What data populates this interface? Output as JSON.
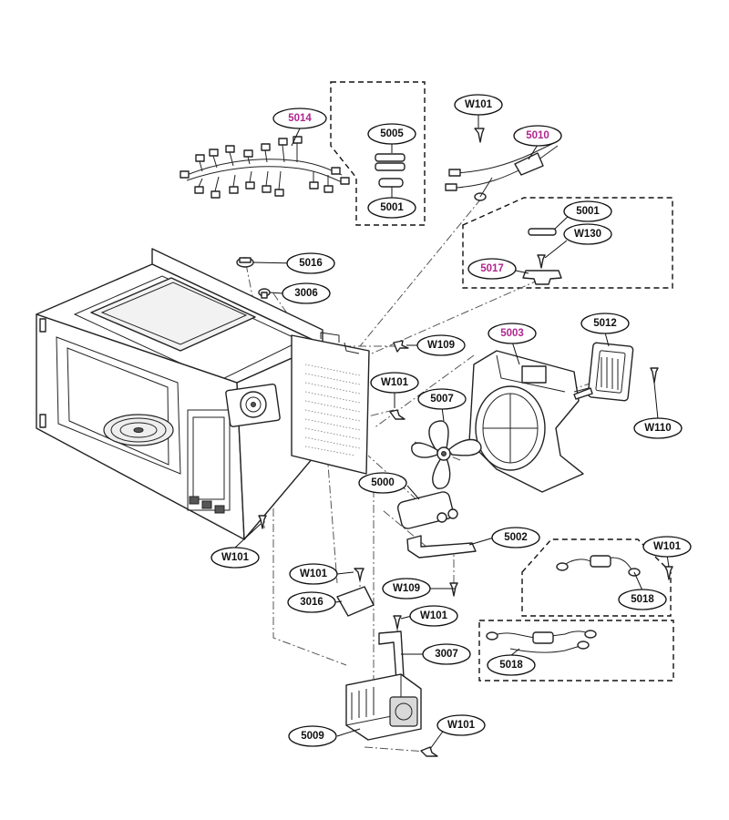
{
  "callouts": [
    {
      "id": "c-5014",
      "label": "5014",
      "highlight": true
    },
    {
      "id": "c-5005",
      "label": "5005",
      "highlight": false
    },
    {
      "id": "c-5001a",
      "label": "5001",
      "highlight": false
    },
    {
      "id": "c-w101a",
      "label": "W101",
      "highlight": false
    },
    {
      "id": "c-5010",
      "label": "5010",
      "highlight": true
    },
    {
      "id": "c-5001b",
      "label": "5001",
      "highlight": false
    },
    {
      "id": "c-w130",
      "label": "W130",
      "highlight": false
    },
    {
      "id": "c-5017",
      "label": "5017",
      "highlight": true
    },
    {
      "id": "c-5016",
      "label": "5016",
      "highlight": false
    },
    {
      "id": "c-3006",
      "label": "3006",
      "highlight": false
    },
    {
      "id": "c-w109a",
      "label": "W109",
      "highlight": false
    },
    {
      "id": "c-5003",
      "label": "5003",
      "highlight": true
    },
    {
      "id": "c-5012",
      "label": "5012",
      "highlight": false
    },
    {
      "id": "c-w101b",
      "label": "W101",
      "highlight": false
    },
    {
      "id": "c-5007",
      "label": "5007",
      "highlight": false
    },
    {
      "id": "c-w110",
      "label": "W110",
      "highlight": false
    },
    {
      "id": "c-5000",
      "label": "5000",
      "highlight": false
    },
    {
      "id": "c-5002",
      "label": "5002",
      "highlight": false
    },
    {
      "id": "c-w101c",
      "label": "W101",
      "highlight": false
    },
    {
      "id": "c-w101d",
      "label": "W101",
      "highlight": false
    },
    {
      "id": "c-w109b",
      "label": "W109",
      "highlight": false
    },
    {
      "id": "c-5018a",
      "label": "5018",
      "highlight": false
    },
    {
      "id": "c-3016",
      "label": "3016",
      "highlight": false
    },
    {
      "id": "c-w101e",
      "label": "W101",
      "highlight": false
    },
    {
      "id": "c-w101f",
      "label": "W101",
      "highlight": false
    },
    {
      "id": "c-3007",
      "label": "3007",
      "highlight": false
    },
    {
      "id": "c-5018b",
      "label": "5018",
      "highlight": false
    },
    {
      "id": "c-5009",
      "label": "5009",
      "highlight": false
    },
    {
      "id": "c-w101g",
      "label": "W101",
      "highlight": false
    }
  ],
  "colors": {
    "highlight": "#b0258f",
    "ink": "#111111"
  }
}
